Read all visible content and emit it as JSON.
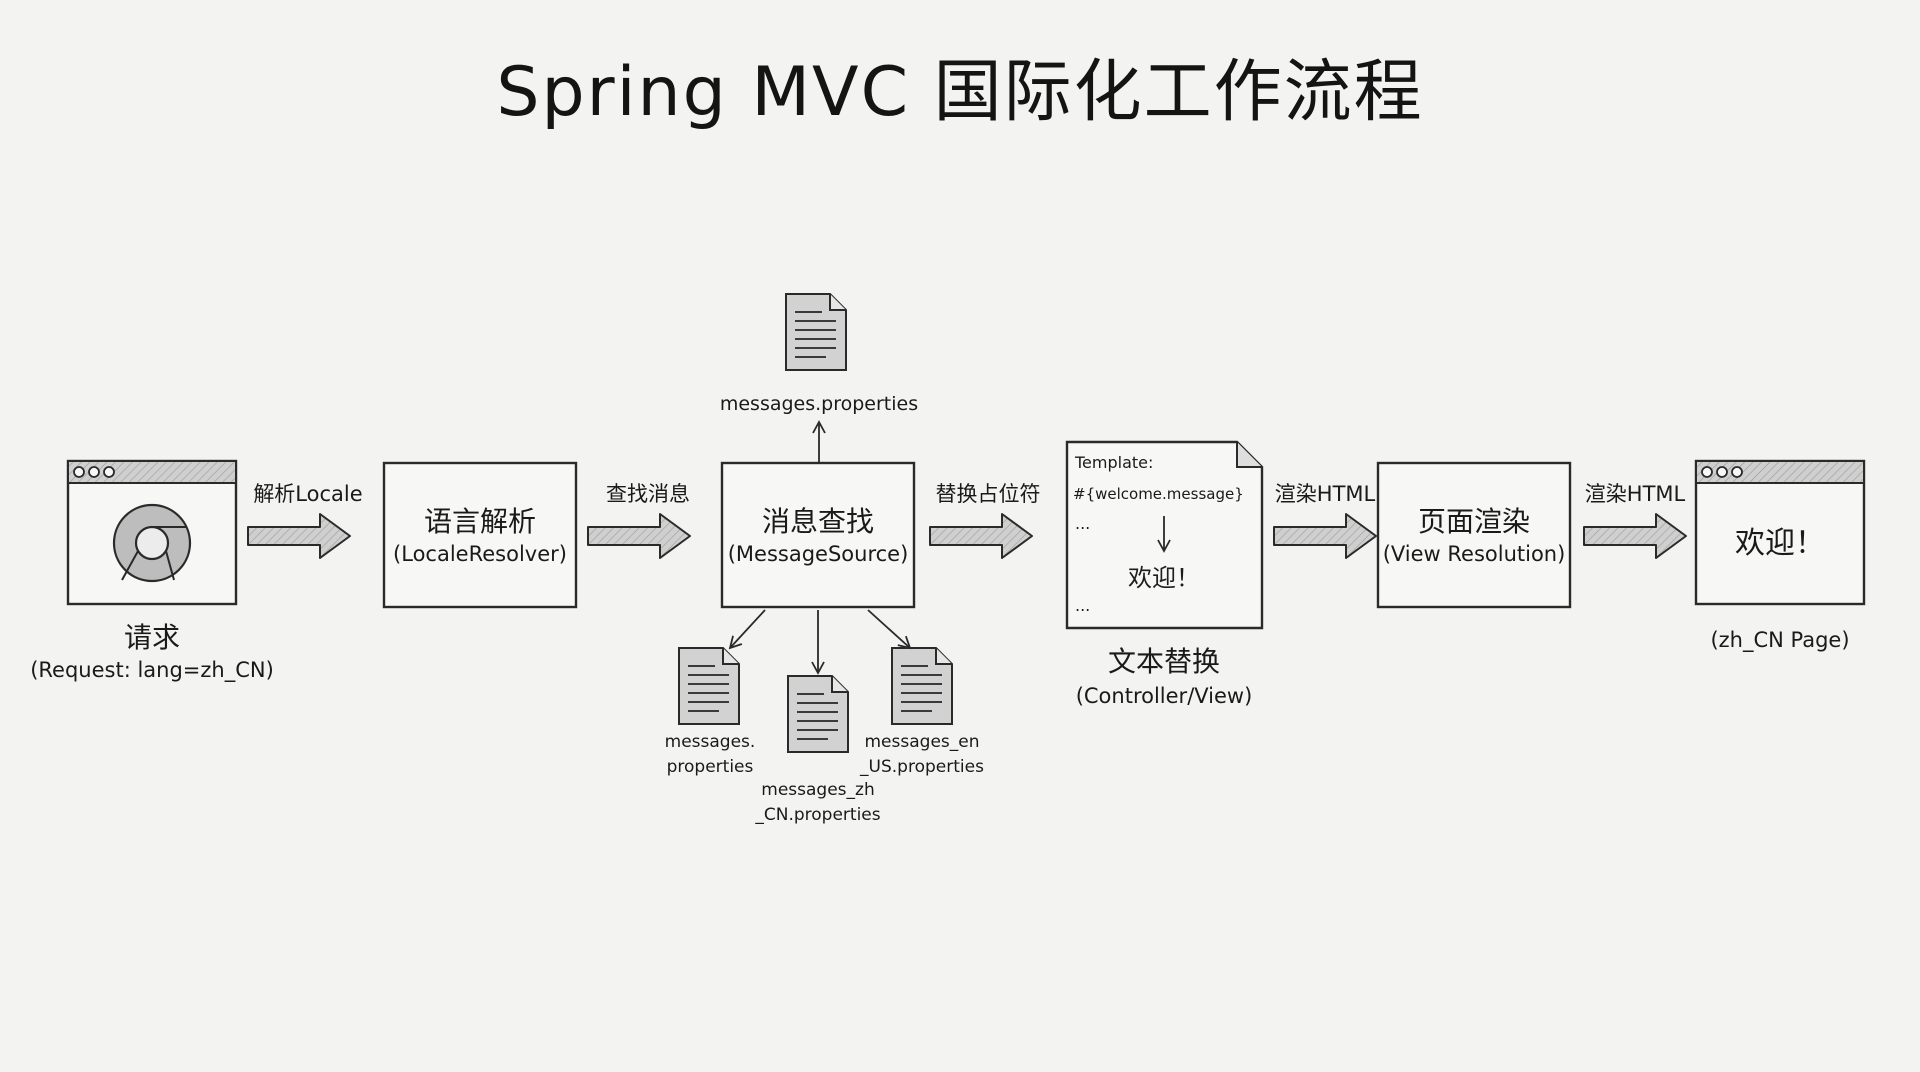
{
  "title": "Spring MVC 国际化工作流程",
  "request": {
    "caption": "请求",
    "sub": "(Request: lang=zh_CN)",
    "icon": "chrome-browser-icon"
  },
  "steps": [
    {
      "title": "语言解析",
      "sub": "(LocaleResolver)"
    },
    {
      "title": "消息查找",
      "sub": "(MessageSource)"
    },
    {
      "title": "页面渲染",
      "sub": "(View Resolution)"
    }
  ],
  "arrows": [
    "解析Locale",
    "查找消息",
    "替换占位符",
    "渲染HTML",
    "渲染HTML"
  ],
  "files": {
    "top": "messages.properties",
    "default": [
      "messages.",
      "properties"
    ],
    "zh": [
      "messages_zh",
      "_CN.properties"
    ],
    "en": [
      "messages_en",
      "_US.properties"
    ]
  },
  "template": {
    "header": "Template:",
    "placeholder": "#{welcome.message}",
    "ellipsis1": "...",
    "result": "欢迎！",
    "ellipsis2": "...",
    "caption": "文本替换",
    "sub": "(Controller/View)"
  },
  "output": {
    "text": "欢迎！",
    "caption": "(zh_CN Page)"
  },
  "colors": {
    "stroke": "#2a2a2a",
    "arrow_fill": "#c9c9c9",
    "icon_fill": "#bdbdbd",
    "paper": "#f3f3f2"
  }
}
